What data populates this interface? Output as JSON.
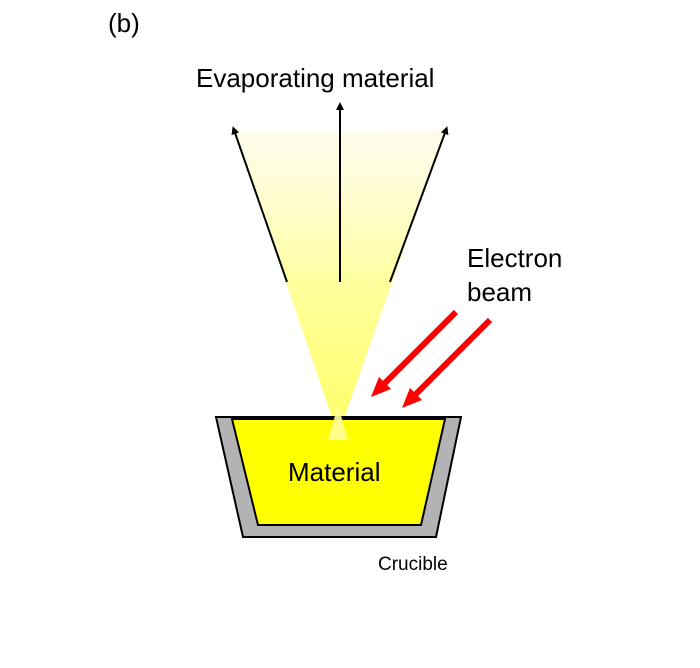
{
  "labels": {
    "panel": "(b)",
    "evaporating": "Evaporating material",
    "electron_line1": "Electron",
    "electron_line2": "beam",
    "material": "Material",
    "crucible": "Crucible"
  },
  "colors": {
    "plume": "#ffff99",
    "material_fill": "#ffff00",
    "crucible_fill": "#b3b3b3",
    "beam_arrows": "#ff0000",
    "lines": "#000000"
  }
}
